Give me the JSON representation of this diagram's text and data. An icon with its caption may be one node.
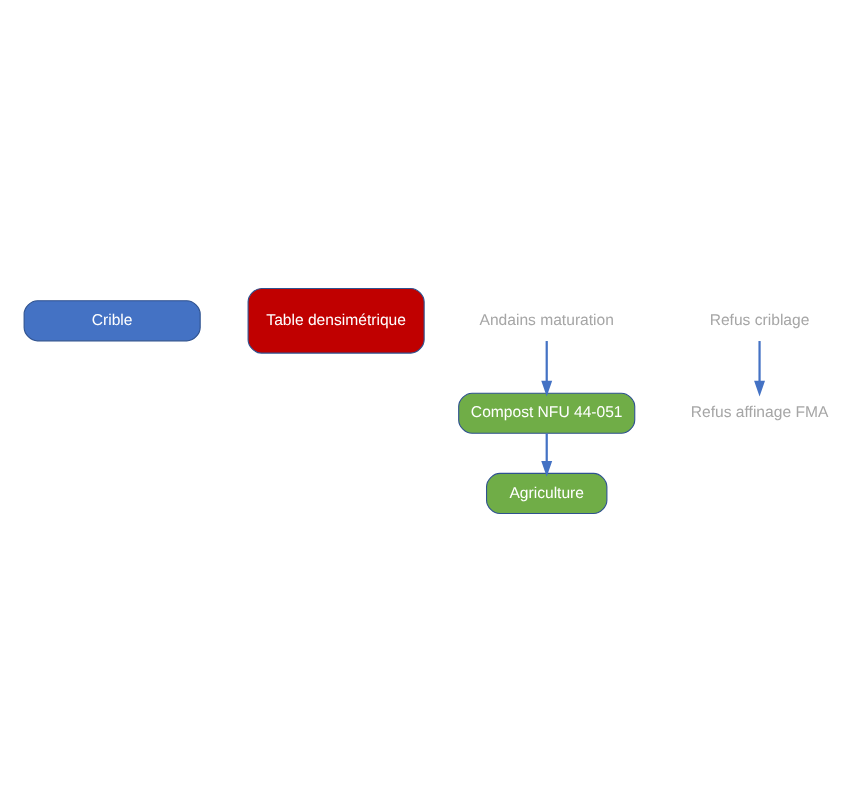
{
  "diagram": {
    "nodes": [
      {
        "text": [
          "Crible"
        ]
      },
      {
        "text": [
          "Table densimétrique"
        ]
      },
      {
        "text": [
          "Andains maturation"
        ]
      },
      {
        "text": [
          "Refus criblage"
        ]
      },
      {
        "text": [
          "Compost NFU 44-051"
        ]
      },
      {
        "text": [
          "Agriculture"
        ]
      },
      {
        "text": [
          "Refus affinage FMA"
        ]
      }
    ],
    "edges": [
      {
        "from": 2,
        "to": 4,
        "arrow": "to"
      },
      {
        "from": 4,
        "to": 5,
        "arrow": "to"
      },
      {
        "from": 3,
        "to": 6,
        "arrow": "to"
      }
    ]
  }
}
